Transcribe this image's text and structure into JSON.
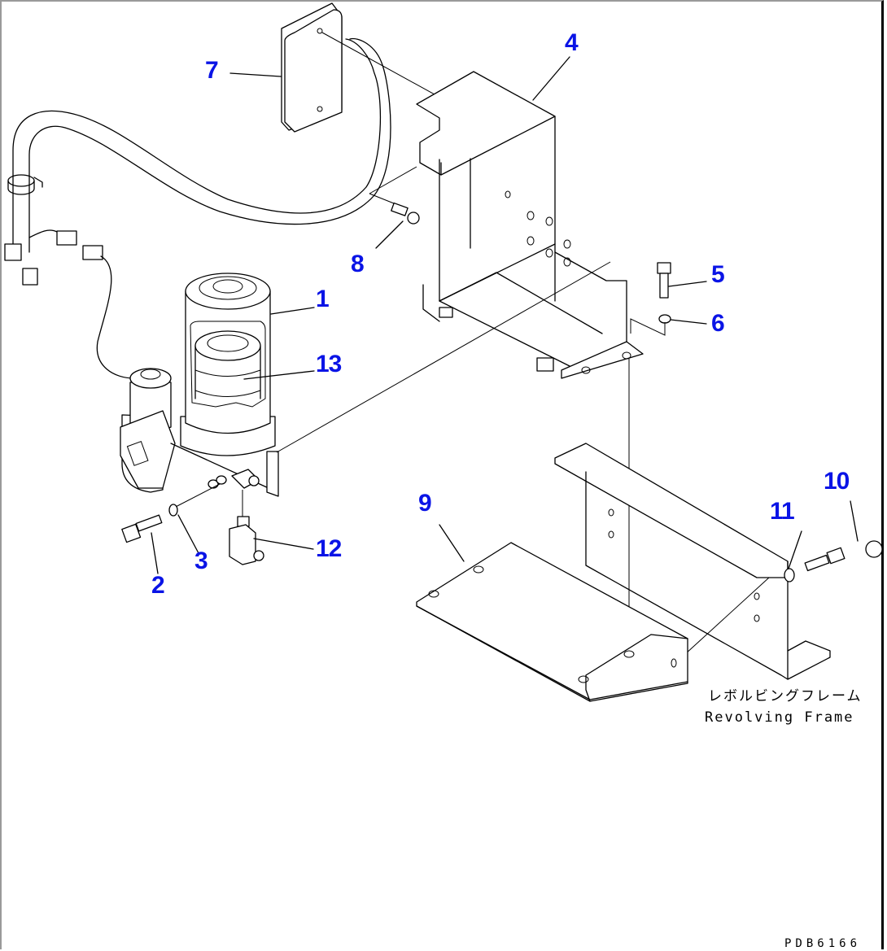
{
  "diagram": {
    "type": "exploded-parts-diagram",
    "label_color": "#0a14e6",
    "callouts": [
      {
        "id": "1",
        "part": "filter-assembly"
      },
      {
        "id": "2",
        "part": "bolt"
      },
      {
        "id": "3",
        "part": "washer"
      },
      {
        "id": "4",
        "part": "bracket"
      },
      {
        "id": "5",
        "part": "bolt"
      },
      {
        "id": "6",
        "part": "washer"
      },
      {
        "id": "7",
        "part": "plate"
      },
      {
        "id": "8",
        "part": "bolt"
      },
      {
        "id": "9",
        "part": "plate"
      },
      {
        "id": "10",
        "part": "bolt"
      },
      {
        "id": "11",
        "part": "washer"
      },
      {
        "id": "12",
        "part": "sensor"
      },
      {
        "id": "13",
        "part": "element"
      }
    ],
    "frame_note": {
      "japanese": "レボルビングフレーム",
      "english": "Revolving Frame"
    },
    "drawing_code": "PDB6166"
  }
}
